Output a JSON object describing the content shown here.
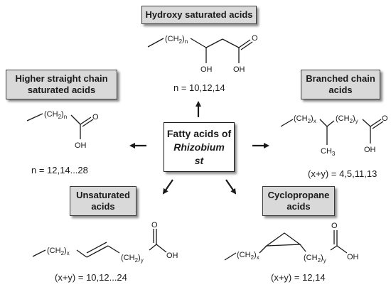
{
  "center": {
    "line1": "Fatty acids of",
    "line2": "Rhizobium",
    "line3": "st"
  },
  "categories": [
    {
      "key": "hydroxy",
      "line1": "Hydroxy saturated acids",
      "line2": "",
      "note": "n = 10,12,14"
    },
    {
      "key": "straight",
      "line1": "Higher straight chain",
      "line2": "saturated acids",
      "note": "n = 12,14...28"
    },
    {
      "key": "branched",
      "line1": "Branched chain",
      "line2": "acids",
      "note": "(x+y) = 4,5,11,13"
    },
    {
      "key": "unsaturated",
      "line1": "Unsaturated",
      "line2": "acids",
      "note": "(x+y) = 10,12...24"
    },
    {
      "key": "cyclopropane",
      "line1": "Cyclopropane",
      "line2": "acids",
      "note": "(x+y) = 12,14"
    }
  ],
  "structure_labels": {
    "hydroxy": {
      "chain": "(CH",
      "sub": "2",
      "close": ")",
      "n": "n",
      "oh1": "OH",
      "oh2": "OH",
      "o": "O"
    },
    "straight": {
      "chain": "(CH",
      "sub": "2",
      "close": ")",
      "n": "n",
      "oh": "OH",
      "o": "O"
    },
    "branched": {
      "chainx": "(CH",
      "subx": "2",
      "closex": ")",
      "x": "x",
      "chainy": "(CH",
      "suby": "2",
      "closey": ")",
      "y": "y",
      "ch3": "CH",
      "ch3sub": "3",
      "oh": "OH",
      "o": "O"
    },
    "unsaturated": {
      "chainx": "(CH",
      "subx": "2",
      "closex": ")",
      "x": "x",
      "chainy": "(CH",
      "suby": "2",
      "closey": ")",
      "y": "y",
      "oh": "OH",
      "o": "O"
    },
    "cyclopropane": {
      "chainx": "(CH",
      "subx": "2",
      "closex": ")",
      "x": "x",
      "chainy": "(CH",
      "suby": "2",
      "closey": ")",
      "y": "y",
      "oh": "OH",
      "o": "O"
    }
  }
}
